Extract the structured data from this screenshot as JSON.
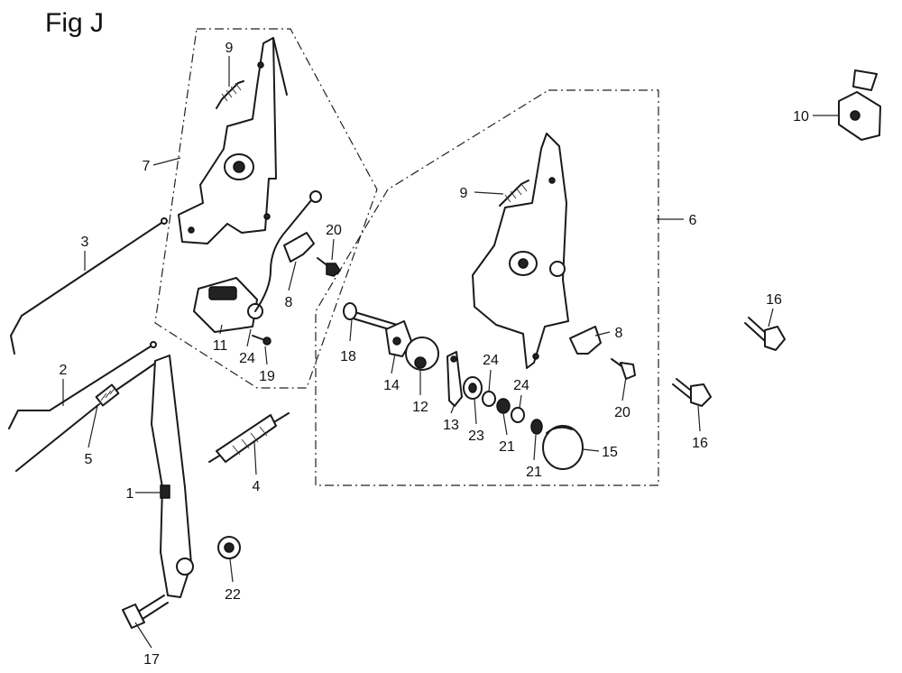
{
  "figure": {
    "title": "Fig J"
  },
  "callouts": {
    "p1": "1",
    "p2": "2",
    "p3": "3",
    "p4": "4",
    "p5": "5",
    "p6": "6",
    "p7": "7",
    "p8a": "8",
    "p8b": "8",
    "p9a": "9",
    "p9b": "9",
    "p10": "10",
    "p11": "11",
    "p12": "12",
    "p13": "13",
    "p14": "14",
    "p15": "15",
    "p16a": "16",
    "p16b": "16",
    "p17": "17",
    "p18": "18",
    "p19": "19",
    "p20a": "20",
    "p20b": "20",
    "p21a": "21",
    "p21b": "21",
    "p22": "22",
    "p23": "23",
    "p24a": "24",
    "p24b": "24",
    "p24c": "24"
  }
}
